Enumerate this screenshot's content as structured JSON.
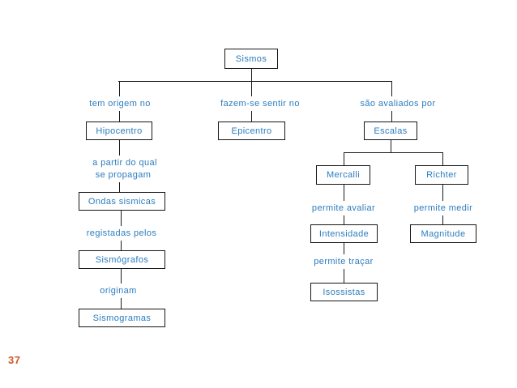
{
  "title": "Sismos",
  "page_number": "37",
  "colors": {
    "text_blue": "#2B7CBE",
    "line_black": "#1a1a1a",
    "page_number_orange": "#CE5B28",
    "background": "#ffffff"
  },
  "nodes": {
    "sismos": "Sismos",
    "hipocentro": "Hipocentro",
    "epicentro": "Epicentro",
    "escalas": "Escalas",
    "mercalli": "Mercalli",
    "richter": "Richter",
    "ondas_sismicas": "Ondas sismicas",
    "sismografos": "Sismógrafos",
    "sismogramas": "Sismogramas",
    "intensidade": "Intensidade",
    "magnitude": "Magnitude",
    "isossistas": "Isossistas"
  },
  "edge_labels": {
    "tem_origem_no": "tem origem no",
    "fazem_se_sentir_no": "fazem-se sentir no",
    "sao_avaliados_por": "são avaliados por",
    "a_partir_do_qual": "a partir do qual",
    "se_propagam": "se propagam",
    "registadas_pelos": "registadas pelos",
    "originam": "originam",
    "permite_avaliar": "permite avaliar",
    "permite_medir": "permite medir",
    "permite_tracar": "permite traçar"
  }
}
